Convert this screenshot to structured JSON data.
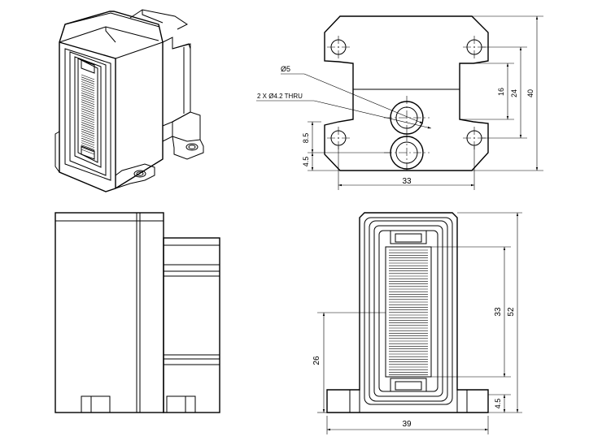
{
  "dimensions": {
    "top_view": {
      "hole_dia": "Ø5",
      "thru_holes": "2 X Ø4.2 THRU",
      "pitch_8_5": "8.5",
      "offset_4_5": "4.5",
      "width_33": "33",
      "height_16": "16",
      "height_24": "24",
      "height_40": "40"
    },
    "front_view": {
      "height_26": "26",
      "width_39": "39",
      "height_33": "33",
      "height_52": "52",
      "offset_4_5": "4.5"
    }
  }
}
